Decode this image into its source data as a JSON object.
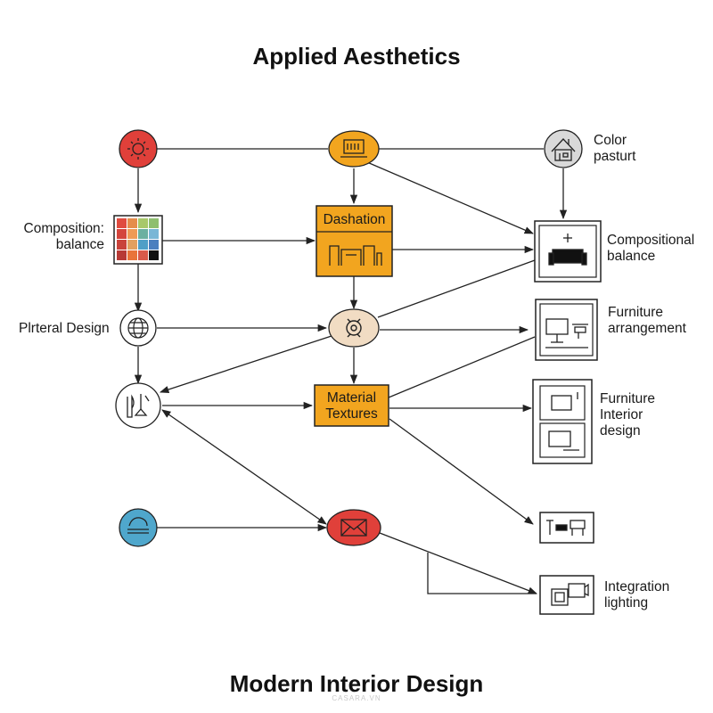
{
  "title": "Applied Aesthetics",
  "footer_title": "Modern Interior Design",
  "watermark": "CASARA.VN",
  "colors": {
    "red": "#e0403a",
    "orange": "#f2a51f",
    "gray": "#d9d9d9",
    "beige": "#f1dcc3",
    "blue": "#4fa7cc",
    "line": "#222222"
  },
  "labels": {
    "color_pasturt": [
      "Color",
      "pasturt"
    ],
    "composition_left": [
      "Composition:",
      "balance"
    ],
    "plrteral_design": "Plrteral Design",
    "dashation": "Dashation",
    "material_textures": [
      "Material",
      "Textures"
    ],
    "compositional_balance": [
      "Compositional",
      "balance"
    ],
    "furniture_arrangement": [
      "Furniture",
      "arrangement"
    ],
    "furniture_interior": [
      "Furniture",
      "Interior",
      "design"
    ],
    "integration_lighting": [
      "Integration",
      "lighting"
    ]
  },
  "icons": {
    "sun": "sun-icon",
    "laptop": "laptop-icon",
    "house": "house-icon",
    "palette_grid": "color-grid-icon",
    "globe": "globe-icon",
    "gear": "gear-icon",
    "tools": "tools-icon",
    "hat": "hat-icon",
    "envelope": "envelope-icon",
    "sofa": "sofa-icon",
    "monitor": "monitor-icon",
    "furniture_set": "furniture-set-icon",
    "lamp": "lamp-icon"
  }
}
